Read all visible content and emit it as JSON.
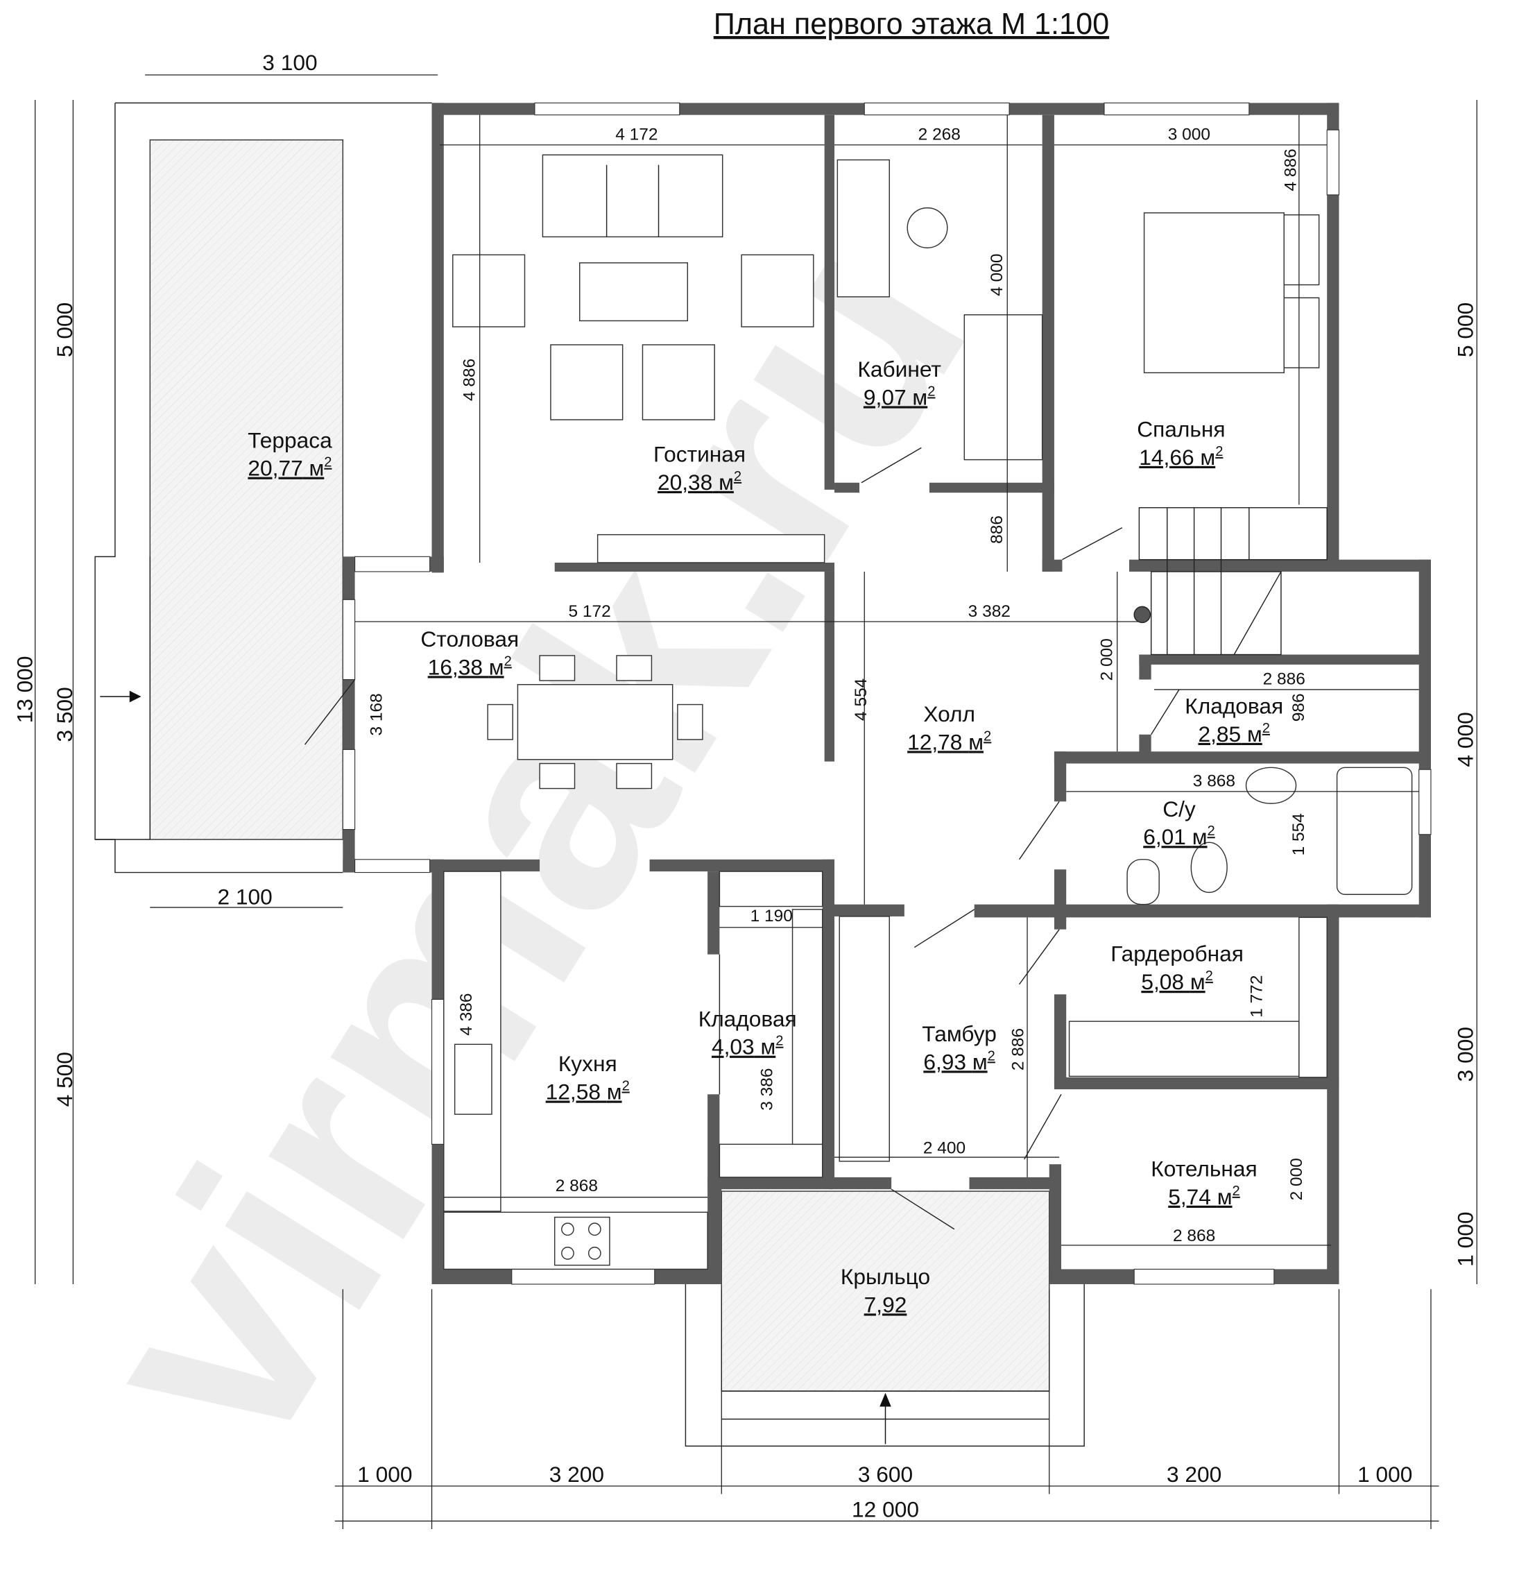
{
  "title": "План первого этажа М 1:100",
  "watermark": "virmak.ru",
  "unit": "м",
  "unit_power": "2",
  "rooms": [
    {
      "name": "Терраса",
      "area": "20,77"
    },
    {
      "name": "Гостиная",
      "area": "20,38"
    },
    {
      "name": "Кабинет",
      "area": "9,07"
    },
    {
      "name": "Спальня",
      "area": "14,66"
    },
    {
      "name": "Столовая",
      "area": "16,38"
    },
    {
      "name": "Холл",
      "area": "12,78"
    },
    {
      "name": "Кладовая",
      "area": "2,85"
    },
    {
      "name": "С/у",
      "area": "6,01"
    },
    {
      "name": "Гардеробная",
      "area": "5,08"
    },
    {
      "name": "Тамбур",
      "area": "6,93"
    },
    {
      "name": "Кладовая",
      "area": "4,03"
    },
    {
      "name": "Кухня",
      "area": "12,58"
    },
    {
      "name": "Котельная",
      "area": "5,74"
    },
    {
      "name": "Крыльцо",
      "area": "7,92"
    }
  ],
  "dims": [
    "3 100",
    "4 172",
    "2 268",
    "3 000",
    "4 886",
    "4 000",
    "4 886",
    "886",
    "5 172",
    "3 382",
    "2 000",
    "2 886",
    "986",
    "3 168",
    "4 554",
    "3 868",
    "1 554",
    "1 190",
    "1 772",
    "4 386",
    "2 886",
    "3 386",
    "2 400",
    "2 000",
    "2 868",
    "2 868",
    "5 000",
    "13 000",
    "3 500",
    "4 500",
    "2 100",
    "5 000",
    "4 000",
    "3 000",
    "1 000",
    "1 000",
    "3 200",
    "3 600",
    "3 200",
    "1 000",
    "12 000"
  ],
  "colors": {
    "wall": "#5a5a5a",
    "watermark": "#ececec"
  }
}
